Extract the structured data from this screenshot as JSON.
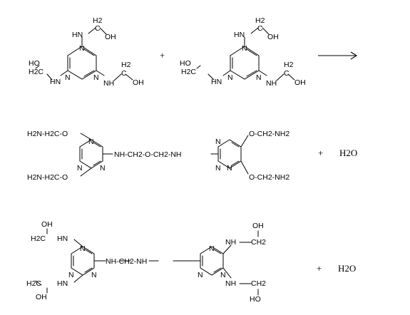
{
  "reaction": {
    "reactant_1": {
      "atoms": [
        "H2",
        "HN",
        "C",
        "OH",
        "N",
        "N",
        "N",
        "HO",
        "H2C",
        "HN",
        "NH",
        "H2",
        "C",
        "OH"
      ]
    },
    "plus_1": "+",
    "reactant_2": {
      "atoms": [
        "H2",
        "HN",
        "C",
        "OH",
        "N",
        "N",
        "N",
        "HO",
        "H2C",
        "HN",
        "NH",
        "H2",
        "C",
        "OH"
      ]
    },
    "arrow": "⟶",
    "product_a": {
      "left_top": "H2N-H2C-O",
      "left_bottom": "H2N-H2C-O",
      "bridge": "NH-CH2-O-CH2-NH",
      "right_top": "O-CH2-NH2",
      "right_bottom": "O-CH2-NH2",
      "ring_atoms": [
        "N",
        "N",
        "N",
        "N",
        "N",
        "N"
      ]
    },
    "plus_2": "+",
    "water_1": "H2O",
    "product_b": {
      "left_top": [
        "OH",
        "H2C",
        "HN"
      ],
      "left_bottom": [
        "H2C",
        "HN",
        "OH"
      ],
      "bridge": "NH-CH2-NH",
      "right_top": [
        "OH",
        "NH",
        "CH2"
      ],
      "right_bottom": [
        "NH",
        "CH2",
        "HO"
      ],
      "ring_atoms": [
        "N",
        "N",
        "N",
        "N",
        "N",
        "N"
      ]
    },
    "plus_3": "+",
    "water_2": "H2O"
  }
}
